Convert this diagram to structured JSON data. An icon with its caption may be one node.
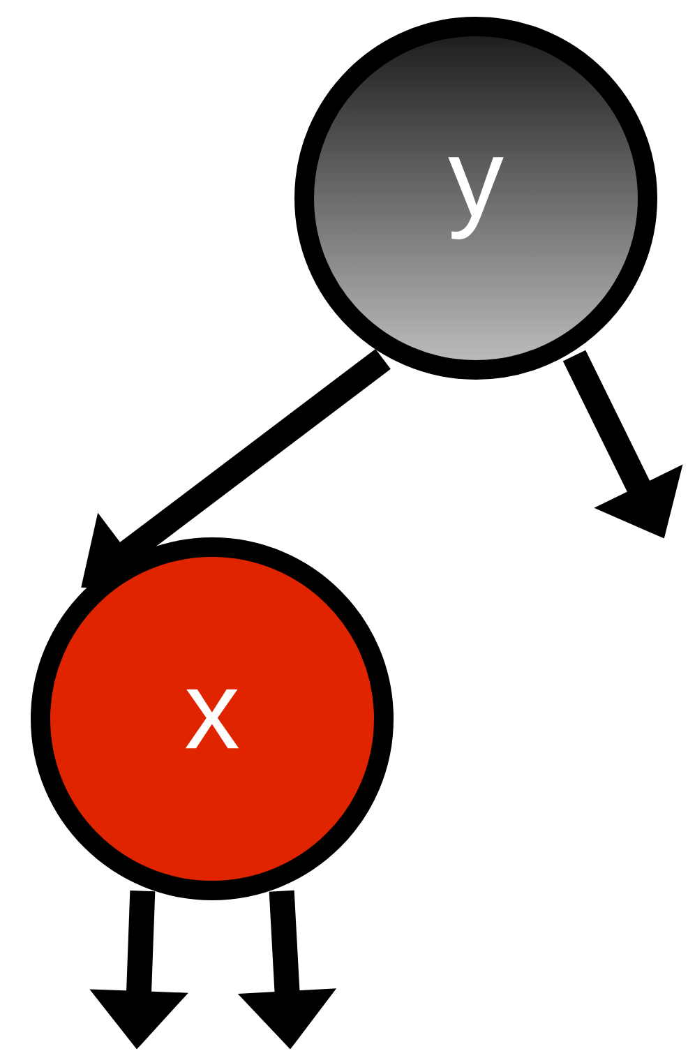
{
  "diagram": {
    "nodes": [
      {
        "text": [
          "y"
        ]
      },
      {
        "text": [
          "x"
        ]
      }
    ],
    "edges": [
      {
        "from": 0,
        "to": 1,
        "arrow": "to"
      },
      {
        "from": 0,
        "to": null,
        "arrow": "to"
      },
      {
        "from": 1,
        "to": null,
        "arrow": "to"
      },
      {
        "from": 1,
        "to": null,
        "arrow": "to"
      }
    ]
  }
}
